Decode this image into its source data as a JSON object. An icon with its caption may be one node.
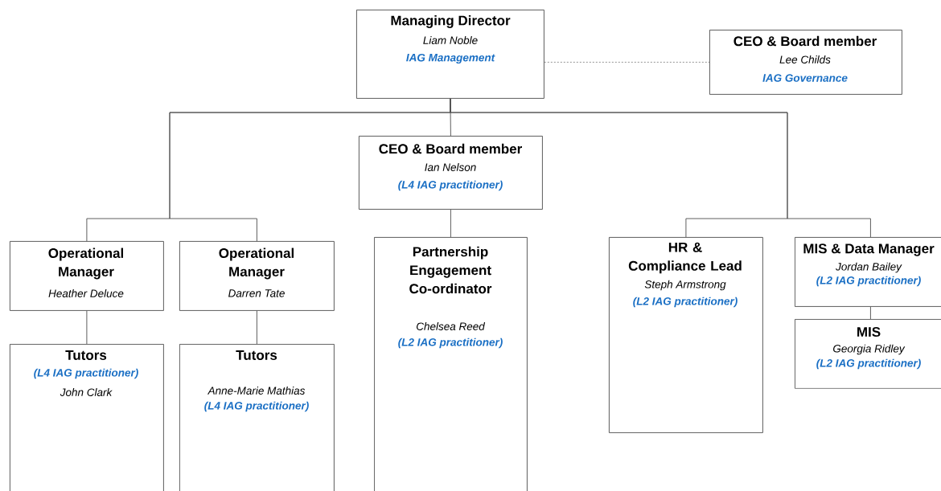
{
  "diagram": {
    "nodes": [
      {
        "text": [
          "Managing Director",
          "Liam Noble",
          "IAG Management"
        ]
      },
      {
        "text": [
          "CEO & Board member",
          "Lee Childs",
          "IAG Governance"
        ]
      },
      {
        "text": [
          "CEO & Board member",
          "Ian Nelson",
          "(L4 IAG practitioner)"
        ]
      },
      {
        "text": [
          "Operational Manager",
          "Heather Deluce"
        ]
      },
      {
        "text": [
          "Operational Manager",
          "Darren Tate"
        ]
      },
      {
        "text": [
          "Partnership Engagement Co-ordinator",
          "Chelsea Reed",
          "(L2 IAG practitioner)"
        ]
      },
      {
        "text": [
          "HR & Compliance Lead",
          "Steph Armstrong",
          "(L2 IAG practitioner)"
        ]
      },
      {
        "text": [
          "MIS & Data Manager",
          "Jordan Bailey",
          "(L2 IAG practitioner)"
        ]
      },
      {
        "text": [
          "Tutors",
          "(L4 IAG practitioner)",
          "John Clark"
        ]
      },
      {
        "text": [
          "Tutors",
          "Anne-Marie Mathias",
          "(L4 IAG practitioner)"
        ]
      },
      {
        "text": [
          "MIS",
          "Georgia Ridley",
          "(L2 IAG practitioner)"
        ]
      }
    ],
    "edges": [
      {
        "from": 0,
        "to": 1,
        "arrow": "none",
        "style": "dashed"
      },
      {
        "from": 0,
        "to": 2,
        "arrow": "none"
      },
      {
        "from": 0,
        "to": 3,
        "arrow": "none"
      },
      {
        "from": 0,
        "to": 4,
        "arrow": "none"
      },
      {
        "from": 0,
        "to": 6,
        "arrow": "none"
      },
      {
        "from": 0,
        "to": 7,
        "arrow": "none"
      },
      {
        "from": 2,
        "to": 5,
        "arrow": "none"
      },
      {
        "from": 3,
        "to": 8,
        "arrow": "none"
      },
      {
        "from": 4,
        "to": 9,
        "arrow": "none"
      },
      {
        "from": 7,
        "to": 10,
        "arrow": "none"
      }
    ]
  }
}
